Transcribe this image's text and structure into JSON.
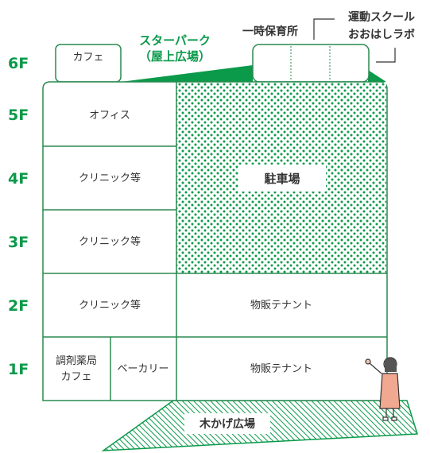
{
  "colors": {
    "accent": "#0a9a4a",
    "outline": "#2a8a50",
    "text": "#333333"
  },
  "floors": [
    "6F",
    "5F",
    "4F",
    "3F",
    "2F",
    "1F"
  ],
  "rooftop": {
    "cafe": "カフェ",
    "star_park_line1": "スターパーク",
    "star_park_line2": "（屋上広場）",
    "childcare": "一時保育所",
    "sports_line1": "運動スクール",
    "sports_line2": "おおはしラボ"
  },
  "rooms": {
    "f5_office": "オフィス",
    "f4_clinic": "クリニック等",
    "f3_clinic": "クリニック等",
    "f2_clinic": "クリニック等",
    "parking": "駐車場",
    "f2_retail": "物販テナント",
    "f1_pharmacy_line1": "調剤薬局",
    "f1_pharmacy_line2": "カフェ",
    "f1_bakery": "ベーカリー",
    "f1_retail": "物販テナント"
  },
  "plaza": "木かげ広場"
}
